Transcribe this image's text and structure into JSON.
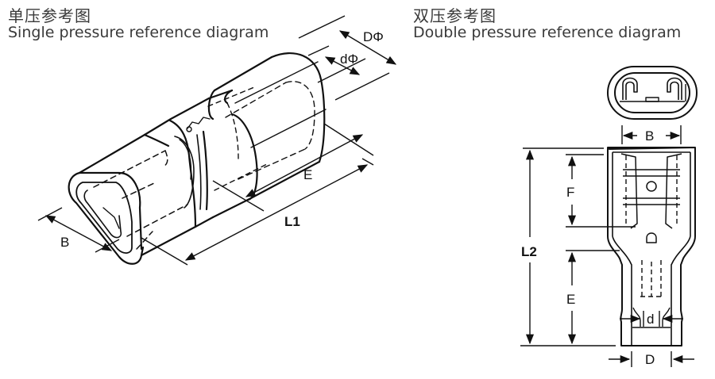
{
  "left_diagram": {
    "title_cn": "单压参考图",
    "title_en": "Single pressure reference diagram",
    "labels": {
      "outer_diameter": "DΦ",
      "inner_diameter": "dΦ",
      "width": "B",
      "barrel_length": "E",
      "total_length": "L1"
    }
  },
  "right_diagram": {
    "title_cn": "双压参考图",
    "title_en": "Double pressure reference diagram",
    "labels": {
      "width": "B",
      "contact_length": "F",
      "total_length": "L2",
      "barrel_length": "E",
      "inner_diameter": "d",
      "outer_diameter": "D"
    }
  },
  "colors": {
    "line": "#111111",
    "title_text": "#3a3a3a",
    "background": "#ffffff"
  }
}
